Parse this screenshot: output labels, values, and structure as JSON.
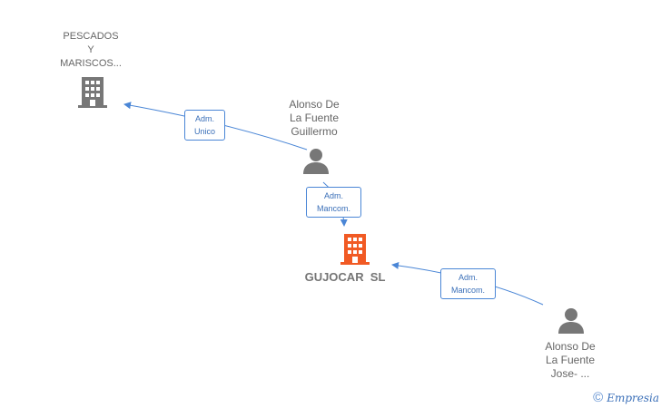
{
  "nodes": {
    "company_secondary": {
      "label": "PESCADOS\nY\nMARISCOS...",
      "color": "#777777"
    },
    "person_top": {
      "label": "Alonso De\nLa Fuente\nGuillermo",
      "color": "#777777"
    },
    "company_main": {
      "label": "GUJOCAR  SL",
      "color": "#f15a24"
    },
    "person_bottom": {
      "label": "Alonso De\nLa Fuente\nJose- ...",
      "color": "#777777"
    }
  },
  "edges": [
    {
      "label": "Adm.\nUnico"
    },
    {
      "label": "Adm.\nMancom."
    },
    {
      "label": "Adm.\nMancom."
    }
  ],
  "watermark": {
    "symbol": "©",
    "brand": "Empresia"
  },
  "colors": {
    "edge": "#4a86d6",
    "node_gray": "#777777",
    "node_highlight": "#f15a24"
  }
}
